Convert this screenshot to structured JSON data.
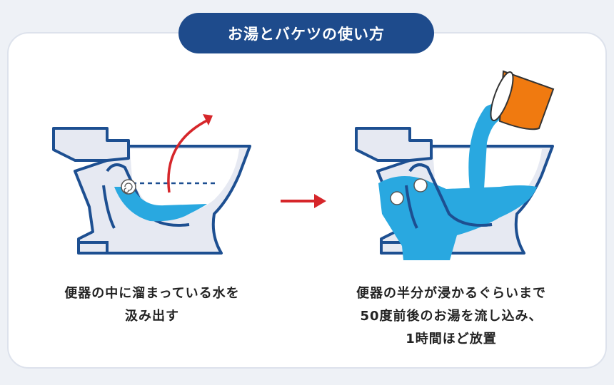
{
  "title": "お湯とバケツの使い方",
  "steps": [
    {
      "caption_lines": [
        "便器の中に溜まっている水を",
        "汲み出す"
      ]
    },
    {
      "caption_lines": [
        "便器の半分が浸かるぐらいまで",
        "50度前後のお湯を流し込み、",
        "1時間ほど放置"
      ]
    }
  ],
  "colors": {
    "navy": "#1e4b8c",
    "outline": "#1d4f91",
    "water": "#29a8e0",
    "bucket": "#f07a10",
    "arrow": "#d6262a",
    "porcelain": "#e6e9f2"
  }
}
